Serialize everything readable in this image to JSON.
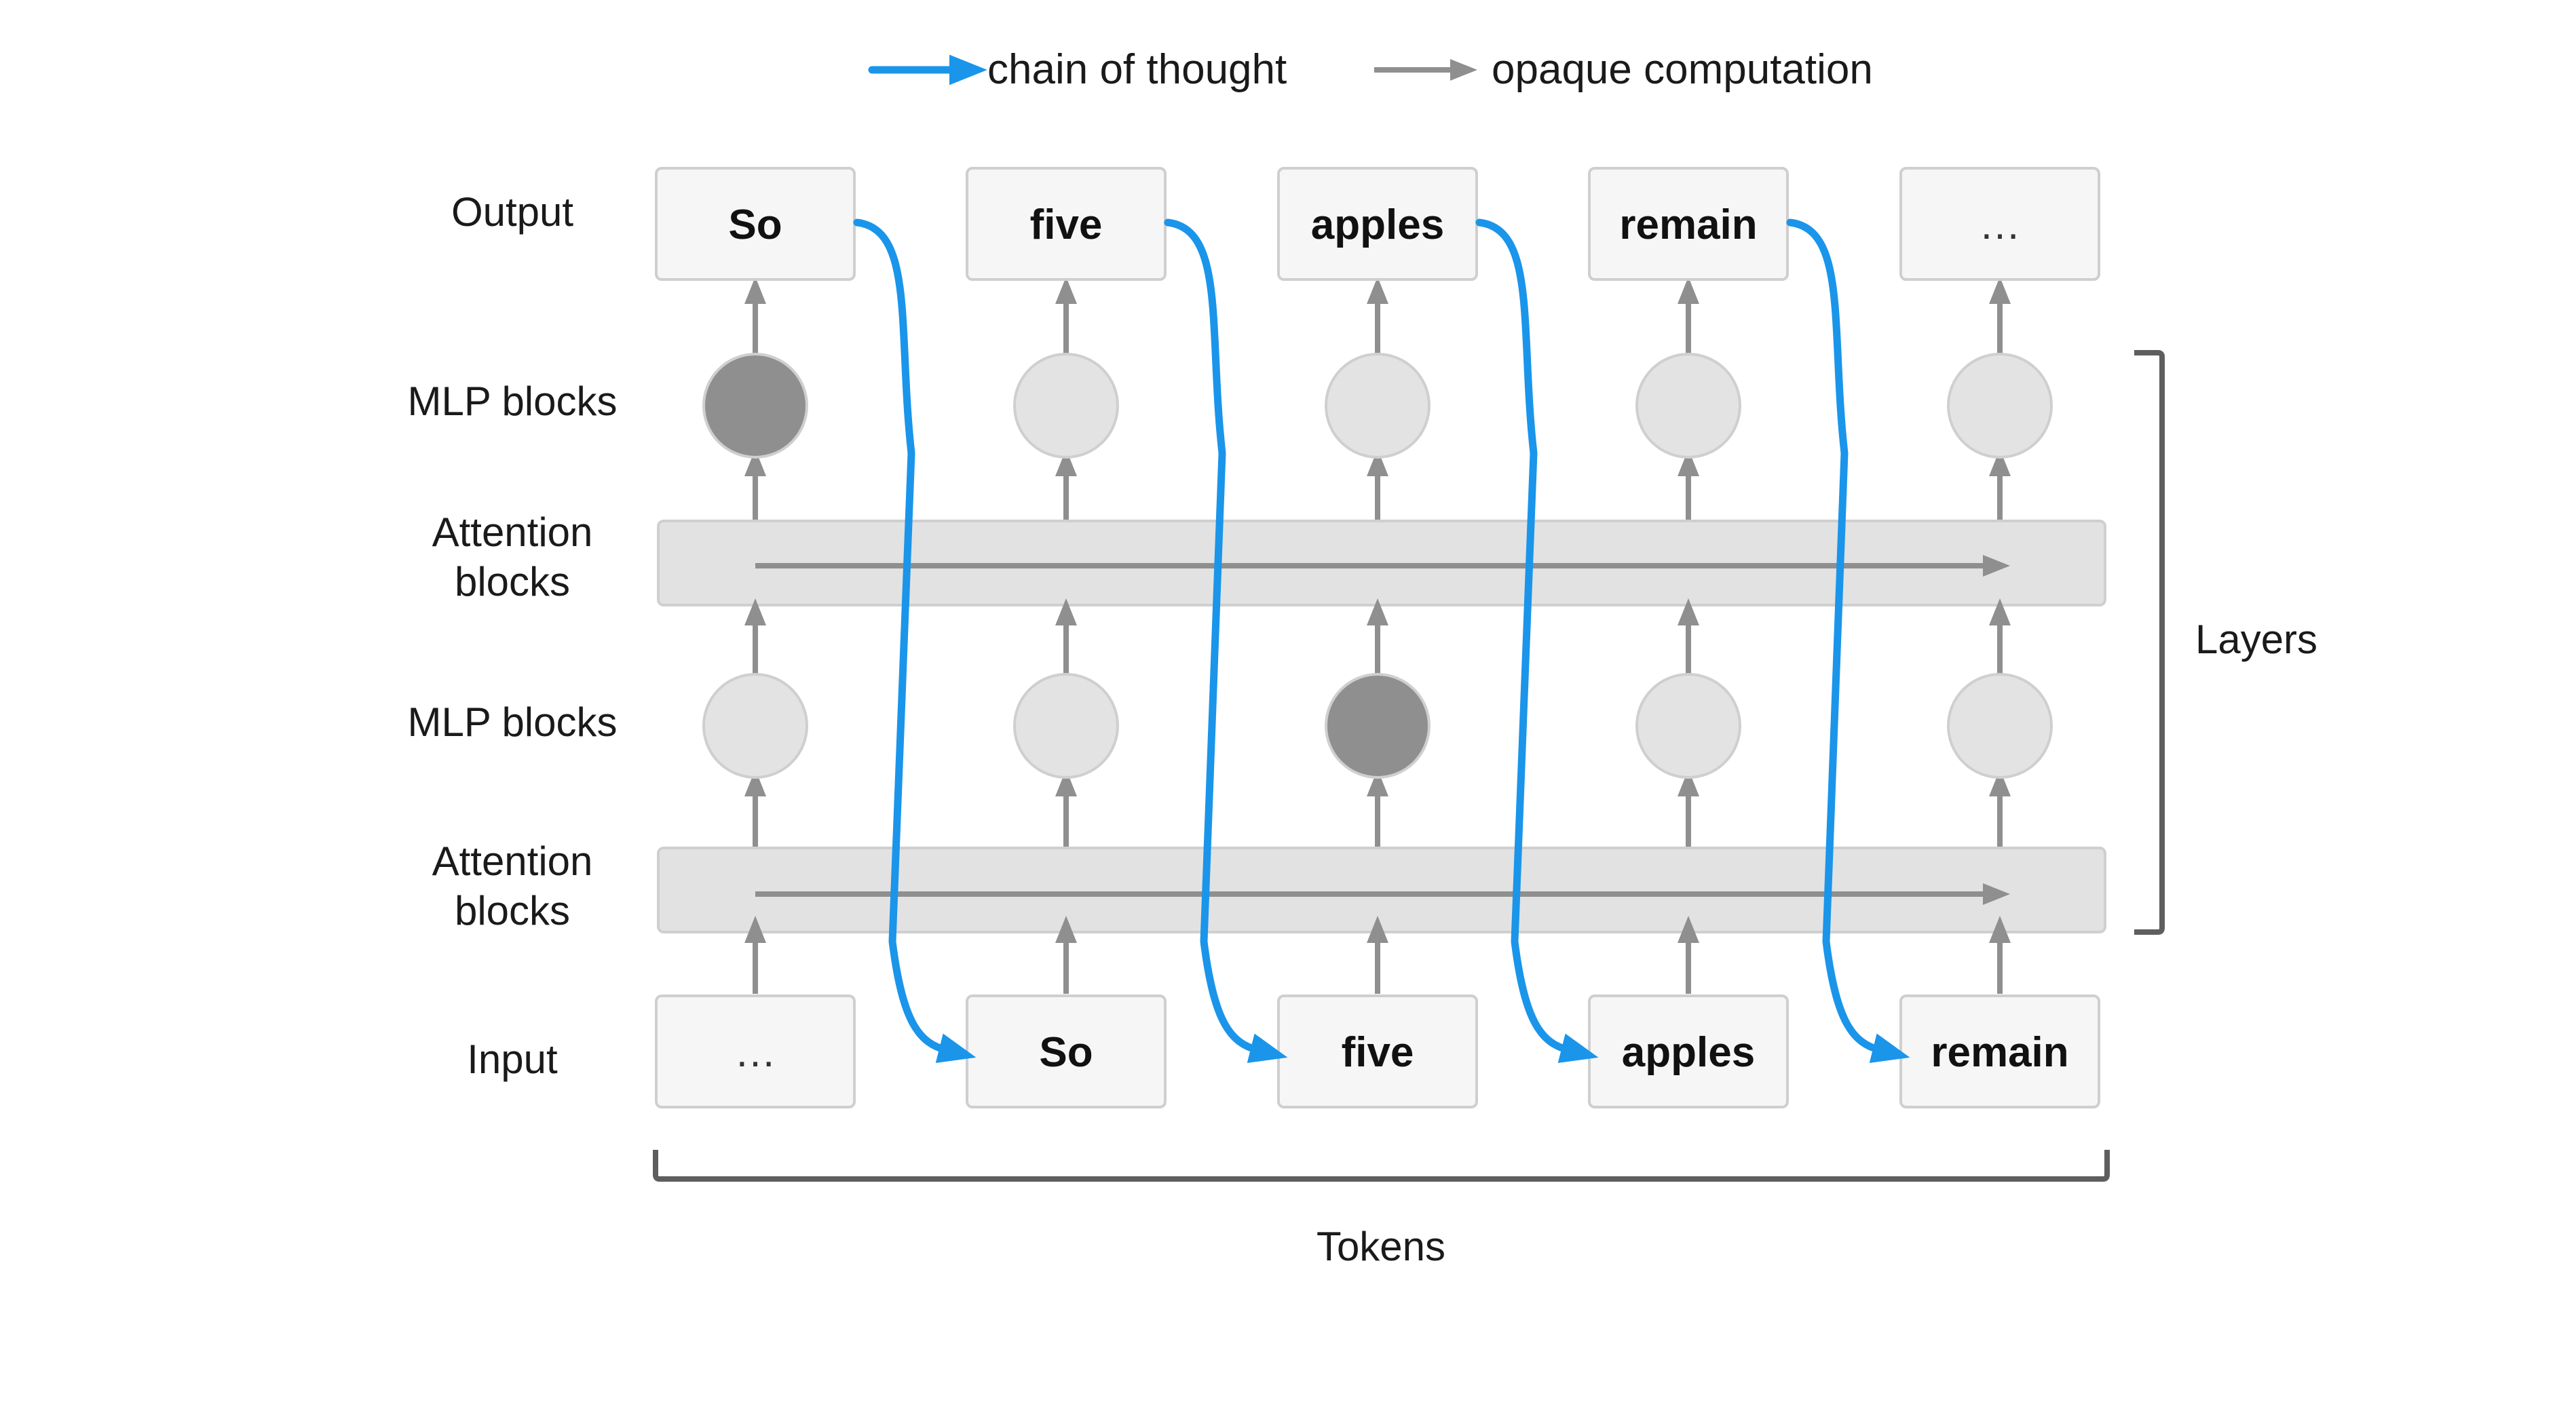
{
  "legend": {
    "chain_label": "chain of thought",
    "opaque_label": "opaque computation"
  },
  "row_labels": {
    "output": "Output",
    "mlp_top": "MLP blocks",
    "attention_top_line1": "Attention",
    "attention_top_line2": "blocks",
    "mlp_bottom": "MLP blocks",
    "attention_bottom_line1": "Attention",
    "attention_bottom_line2": "blocks",
    "input": "Input"
  },
  "output_tokens": [
    "So",
    "five",
    "apples",
    "remain",
    "…"
  ],
  "input_tokens": [
    "…",
    "So",
    "five",
    "apples",
    "remain"
  ],
  "mlp_top_highlight": [
    true,
    false,
    false,
    false,
    false
  ],
  "mlp_bottom_highlight": [
    false,
    false,
    true,
    false,
    false
  ],
  "bracket_labels": {
    "layers": "Layers",
    "tokens": "Tokens"
  },
  "colors": {
    "chain_of_thought": "#1a95ea",
    "opaque_computation": "#8f8f8f",
    "mlp_active": "#8f8f8f",
    "mlp_inactive": "#e3e3e3"
  },
  "icons": {
    "chain_arrow": "blue-arrow-icon",
    "opaque_arrow": "gray-arrow-icon"
  }
}
